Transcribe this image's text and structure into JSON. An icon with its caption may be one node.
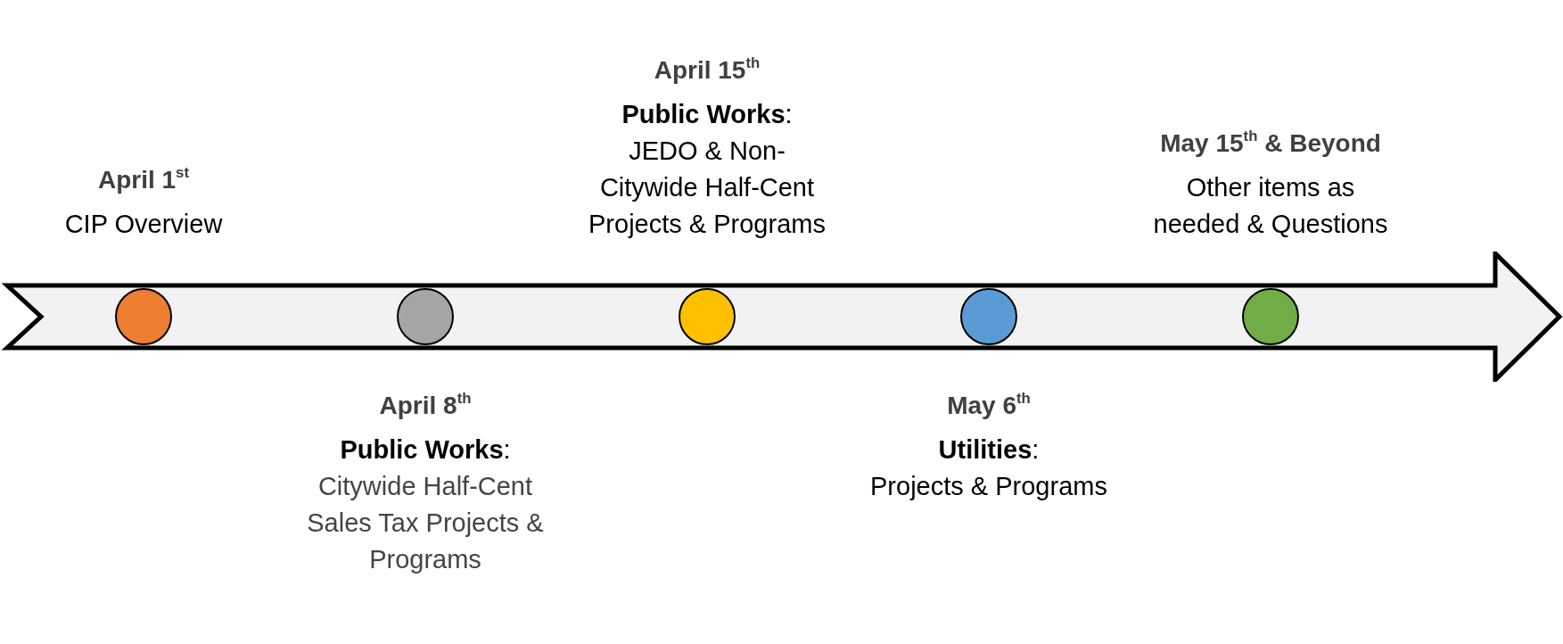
{
  "diagram": {
    "nodes": [
      {
        "text": [],
        "shape": "arrow"
      },
      {
        "text": [],
        "shape": "circle",
        "in": 0,
        "beside": [
          "April 1$^{st}$",
          "CIP Overview"
        ]
      },
      {
        "text": [],
        "shape": "circle",
        "in": 0,
        "beside": [
          "April 8$^{th}$",
          "**Public Works**:",
          "Citywide Half-Cent Sales Tax Projects & Programs"
        ]
      },
      {
        "text": [],
        "shape": "circle",
        "in": 0,
        "beside": [
          "April 15$^{th}$",
          "**Public Works**:",
          "JEDO & Non-Citywide Half-Cent Projects & Programs"
        ]
      },
      {
        "text": [],
        "shape": "circle",
        "in": 0,
        "beside": [
          "May 6$^{th}$",
          "**Utilities**:",
          "Projects & Programs"
        ]
      },
      {
        "text": [],
        "shape": "circle",
        "in": 0,
        "beside": [
          "May 15$^{th}$ & Beyond",
          "Other items as needed & Questions"
        ]
      }
    ],
    "edges": []
  }
}
